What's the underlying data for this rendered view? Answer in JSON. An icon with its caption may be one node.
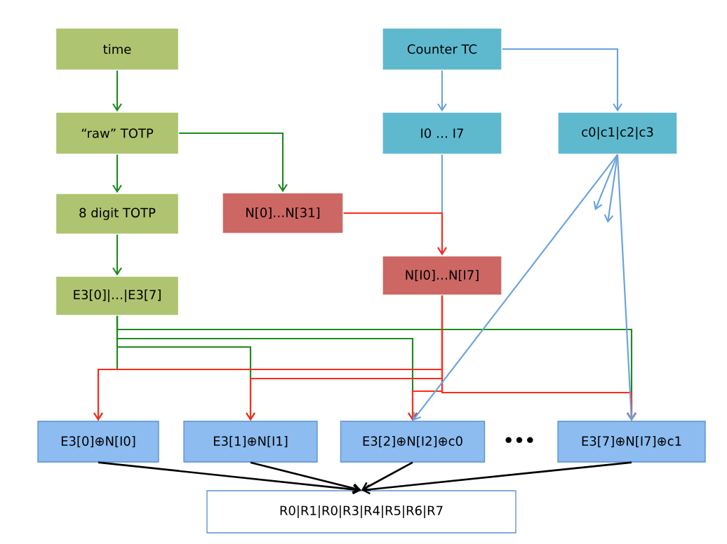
{
  "diagram": {
    "nodes": [
      {
        "text": [
          "time"
        ]
      },
      {
        "text": [
          "“raw” TOTP"
        ]
      },
      {
        "text": [
          "8 digit TOTP"
        ]
      },
      {
        "text": [
          "E3[0]|…|E3[7]"
        ]
      },
      {
        "text": [
          "N[0]…N[31]"
        ]
      },
      {
        "text": [
          "Counter TC"
        ]
      },
      {
        "text": [
          "I0 … I7"
        ]
      },
      {
        "text": [
          "c0|c1|c2|c3"
        ]
      },
      {
        "text": [
          "N[I0]…N[I7]"
        ]
      },
      {
        "text": [
          "E3[0]⊕N[I0]"
        ]
      },
      {
        "text": [
          "E3[1]⊕N[I1]"
        ]
      },
      {
        "text": [
          "E3[2]⊕N[I2]⊕c0"
        ]
      },
      {
        "text": [
          "E3[7]⊕N[I7]⊕c1"
        ]
      },
      {
        "text": [
          "R0|R1|R0|R3|R4|R5|R6|R7"
        ]
      }
    ],
    "edges": [
      {
        "from": 0,
        "to": 1,
        "arrow": "to",
        "color": "#1e8a1e"
      },
      {
        "from": 1,
        "to": 2,
        "arrow": "to",
        "color": "#1e8a1e"
      },
      {
        "from": 2,
        "to": 3,
        "arrow": "to",
        "color": "#1e8a1e"
      },
      {
        "from": 1,
        "to": 4,
        "arrow": "to",
        "color": "#1e8a1e"
      },
      {
        "from": 3,
        "to": 9,
        "arrow": "to",
        "color": "#1e8a1e"
      },
      {
        "from": 3,
        "to": 10,
        "arrow": "to",
        "color": "#1e8a1e"
      },
      {
        "from": 3,
        "to": 11,
        "arrow": "to",
        "color": "#1e8a1e"
      },
      {
        "from": 3,
        "to": 12,
        "arrow": "to",
        "color": "#1e8a1e"
      },
      {
        "from": 5,
        "to": 6,
        "arrow": "to",
        "color": "#6aa2dc"
      },
      {
        "from": 5,
        "to": 7,
        "arrow": "to",
        "color": "#6aa2dc"
      },
      {
        "from": 6,
        "to": 8,
        "arrow": "to",
        "color": "#6aa2dc"
      },
      {
        "from": 4,
        "to": 8,
        "arrow": "to",
        "color": "#ff2a1a"
      },
      {
        "from": 8,
        "to": 9,
        "arrow": "to",
        "color": "#ff2a1a"
      },
      {
        "from": 8,
        "to": 10,
        "arrow": "to",
        "color": "#ff2a1a"
      },
      {
        "from": 8,
        "to": 11,
        "arrow": "to",
        "color": "#ff2a1a"
      },
      {
        "from": 8,
        "to": 12,
        "arrow": "to",
        "color": "#ff2a1a"
      },
      {
        "from": 7,
        "to": 11,
        "arrow": "to",
        "color": "#6aa2dc"
      },
      {
        "from": 7,
        "to": 12,
        "arrow": "to",
        "color": "#6aa2dc"
      },
      {
        "from": 7,
        "to": null,
        "arrow": "to",
        "color": "#6aa2dc"
      },
      {
        "from": 7,
        "to": null,
        "arrow": "to",
        "color": "#6aa2dc"
      },
      {
        "from": 9,
        "to": 13,
        "arrow": "to",
        "color": "#000000"
      },
      {
        "from": 10,
        "to": 13,
        "arrow": "to",
        "color": "#000000"
      },
      {
        "from": 11,
        "to": 13,
        "arrow": "to",
        "color": "#000000"
      },
      {
        "from": 12,
        "to": 13,
        "arrow": "to",
        "color": "#000000"
      }
    ],
    "labels": [
      "•••"
    ]
  }
}
